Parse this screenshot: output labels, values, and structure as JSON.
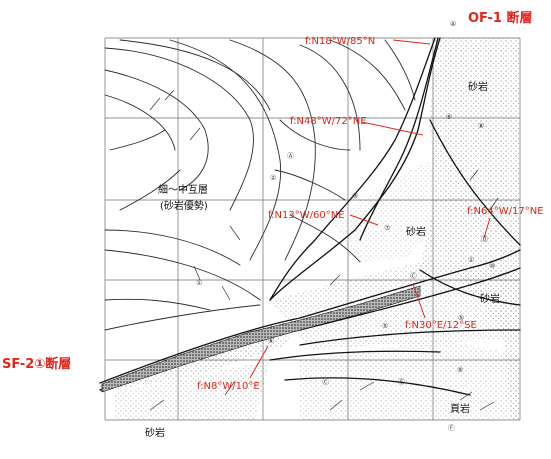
{
  "fault_titles": {
    "of1": "OF-1 断層",
    "sf2": "SF-2①断層"
  },
  "attitudes": {
    "a1": "f:N18°W/85°N",
    "a2": "f:N48°W/72°NE",
    "a3": "f:N13°W/60°NE",
    "a4": "f:N64°W/17°NE",
    "a5": "f:N30°E/12°SE",
    "a6": "f:N8°W/10°E"
  },
  "rock_labels": {
    "sandstone_top": "砂岩",
    "mixed_line1": "細～中互層",
    "mixed_line2": "(砂岩優勢)",
    "sandstone_mid": "砂岩",
    "sandstone_right": "砂岩",
    "sandstone_bottom": "砂岩",
    "shale": "頁岩"
  },
  "unit_marks": {
    "u1": "④",
    "u2": "⑥",
    "u3": "⑧",
    "u4": "Ⓐ",
    "u5": "②",
    "u6": "③",
    "u7": "⑦",
    "u8": "Ⓓ",
    "u9": "①",
    "u10": "⑩",
    "u11": "Ⓒ",
    "u12": "①",
    "u13": "⑤",
    "u14": "⑤",
    "u15": "⑥",
    "u16": "Ⓒ",
    "u17": "Ⓔ",
    "u18": "⑨",
    "u19": "Ⓕ"
  },
  "colors": {
    "annotation": "#e0251b",
    "linework": "#2b2b2b",
    "grid": "#6d6d6d"
  }
}
